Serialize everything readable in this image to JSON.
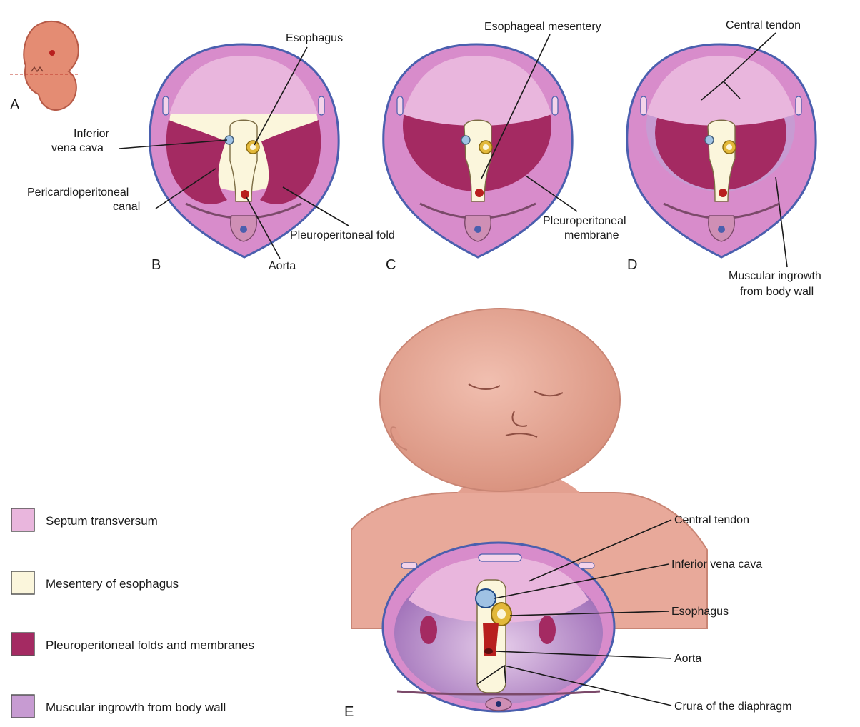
{
  "colors": {
    "septum_transversum": "#e9b6dd",
    "mesentery_of_esophagus": "#fbf6dc",
    "pleuroperitoneal": "#a42a62",
    "muscular_ingrowth": "#c79bd2",
    "body_wall": "#d88ccb",
    "outline": "#4a5fae",
    "skin": "#e8a99a",
    "aorta": "#b8201e",
    "esophagus_ring": "#e2b83a",
    "ivc": "#9fc2e4"
  },
  "panels": {
    "a": "A",
    "b": "B",
    "c": "C",
    "d": "D",
    "e": "E"
  },
  "labels": {
    "b_esophagus": "Esophagus",
    "b_ivc_line1": "Inferior",
    "b_ivc_line2": "vena cava",
    "b_pc_line1": "Pericardioperitoneal",
    "b_pc_line2": "canal",
    "b_fold": "Pleuroperitoneal fold",
    "b_aorta": "Aorta",
    "c_mesentery": "Esophageal mesentery",
    "c_membrane_line1": "Pleuroperitoneal",
    "c_membrane_line2": "membrane",
    "d_central_tendon": "Central tendon",
    "d_muscular_line1": "Muscular ingrowth",
    "d_muscular_line2": "from body wall",
    "e_central_tendon": "Central tendon",
    "e_ivc": "Inferior vena cava",
    "e_esophagus": "Esophagus",
    "e_aorta": "Aorta",
    "e_crura": "Crura of the diaphragm"
  },
  "legend": [
    {
      "label": "Septum transversum",
      "color": "#e9b6dd"
    },
    {
      "label": "Mesentery of esophagus",
      "color": "#fbf6dc"
    },
    {
      "label": "Pleuroperitoneal folds and membranes",
      "color": "#a42a62"
    },
    {
      "label": "Muscular ingrowth from body wall",
      "color": "#c79bd2"
    }
  ]
}
